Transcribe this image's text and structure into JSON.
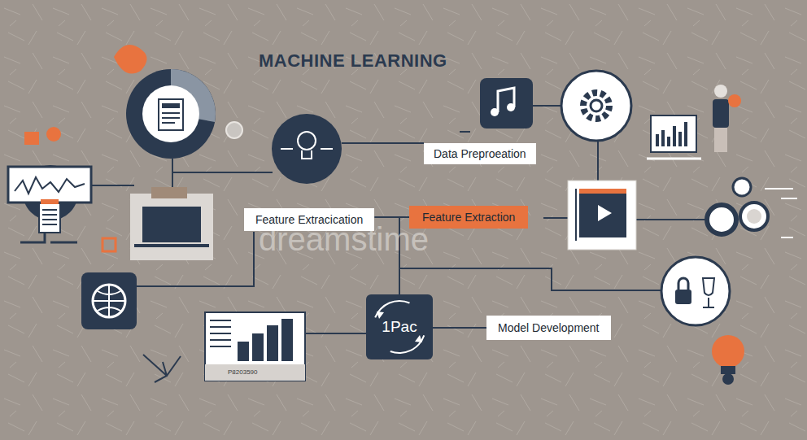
{
  "diagram": {
    "title": "MACHINE LEARNING",
    "nodes": [
      {
        "text": [
          "Data Preproeation"
        ]
      },
      {
        "text": [
          "Feature Extracication"
        ]
      },
      {
        "text": [
          "Feature Extraction"
        ]
      },
      {
        "text": [
          "1Pac"
        ]
      },
      {
        "text": [
          "Model Development"
        ]
      }
    ],
    "edges": [
      {
        "from": 1,
        "to": 2,
        "arrow": "none"
      },
      {
        "from": 3,
        "to": 2,
        "arrow": "none"
      },
      {
        "from": 3,
        "to": 4,
        "arrow": "none"
      }
    ],
    "labels": [
      "dreamstime",
      "P8203590"
    ]
  }
}
